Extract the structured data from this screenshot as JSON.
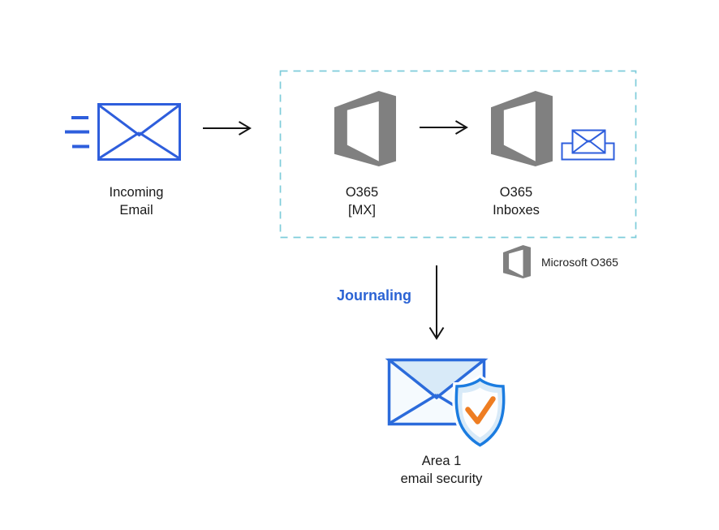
{
  "diagram": {
    "nodes": {
      "incoming_email": {
        "line1": "Incoming",
        "line2": "Email"
      },
      "o365_mx": {
        "line1": "O365",
        "line2": "[MX]"
      },
      "o365_inboxes": {
        "line1": "O365",
        "line2": "Inboxes"
      },
      "area1": {
        "line1": "Area 1",
        "line2": "email security"
      }
    },
    "flow_label": "Journaling",
    "legend": {
      "label": "Microsoft O365"
    },
    "icons": {
      "incoming_email": "envelope-speed-lines-icon",
      "o365_mx": "office365-logo-icon",
      "o365_inboxes": "office365-logo-icon",
      "inbox": "inbox-tray-envelope-icon",
      "legend": "office365-logo-icon",
      "area1": "envelope-shield-checkmark-icon"
    },
    "colors": {
      "primary_blue": "#2E5EDC",
      "shield_blue": "#1B7CE0",
      "flap_fill": "#D8EAF8",
      "envelope_fill": "#F5FAFE",
      "office_gray": "#808080",
      "boundary_teal": "#7ECCDA",
      "journaling_blue": "#2B63D4",
      "check_orange": "#EE7D22",
      "arrow_black": "#141414",
      "text": "#1A1A1A"
    }
  }
}
